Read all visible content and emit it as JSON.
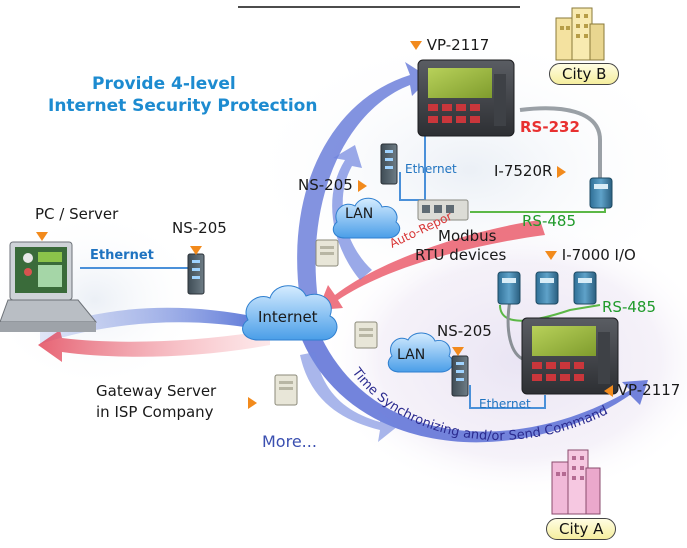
{
  "title": {
    "line1": "Provide 4-level",
    "line2": "Internet Security Protection"
  },
  "labels": {
    "vp_top": "VP-2117",
    "vp_bottom": "VP-2117",
    "city_b": "City B",
    "city_a": "City A",
    "rs232": "RS-232",
    "i7520r": "I-7520R",
    "rs485_top": "RS-485",
    "rs485_bottom": "RS-485",
    "ns205_top": "NS-205",
    "ns205_left": "NS-205",
    "ns205_bottom": "NS-205",
    "ethernet_top": "Ethernet",
    "ethernet_left": "Ethernet",
    "ethernet_bottom": "Ethernet",
    "lan_top": "LAN",
    "lan_bottom": "LAN",
    "pc_server": "PC / Server",
    "internet": "Internet",
    "auto_report": "Auto-Report",
    "modbus_line1": "Modbus",
    "modbus_line2": "RTU devices",
    "i7000": "I-7000 I/O",
    "gateway_line1": "Gateway Server",
    "gateway_line2": "in ISP Company",
    "more": "More...",
    "time_sync": "Time Synchronizing and/or Send Command"
  },
  "colors": {
    "title": "#1d8bd0",
    "rs232": "#e83030",
    "rs485": "#1f9a2a",
    "ethernet": "#1f73c0",
    "time_sync": "#2b2b8f",
    "auto_report": "#d83838",
    "marker": "#f28a1c"
  },
  "icons": [
    "pc-monitor-icon",
    "switch-icon",
    "cloud-icon",
    "panel-controller-icon",
    "building-icon",
    "io-module-icon",
    "converter-icon",
    "gateway-server-icon"
  ]
}
